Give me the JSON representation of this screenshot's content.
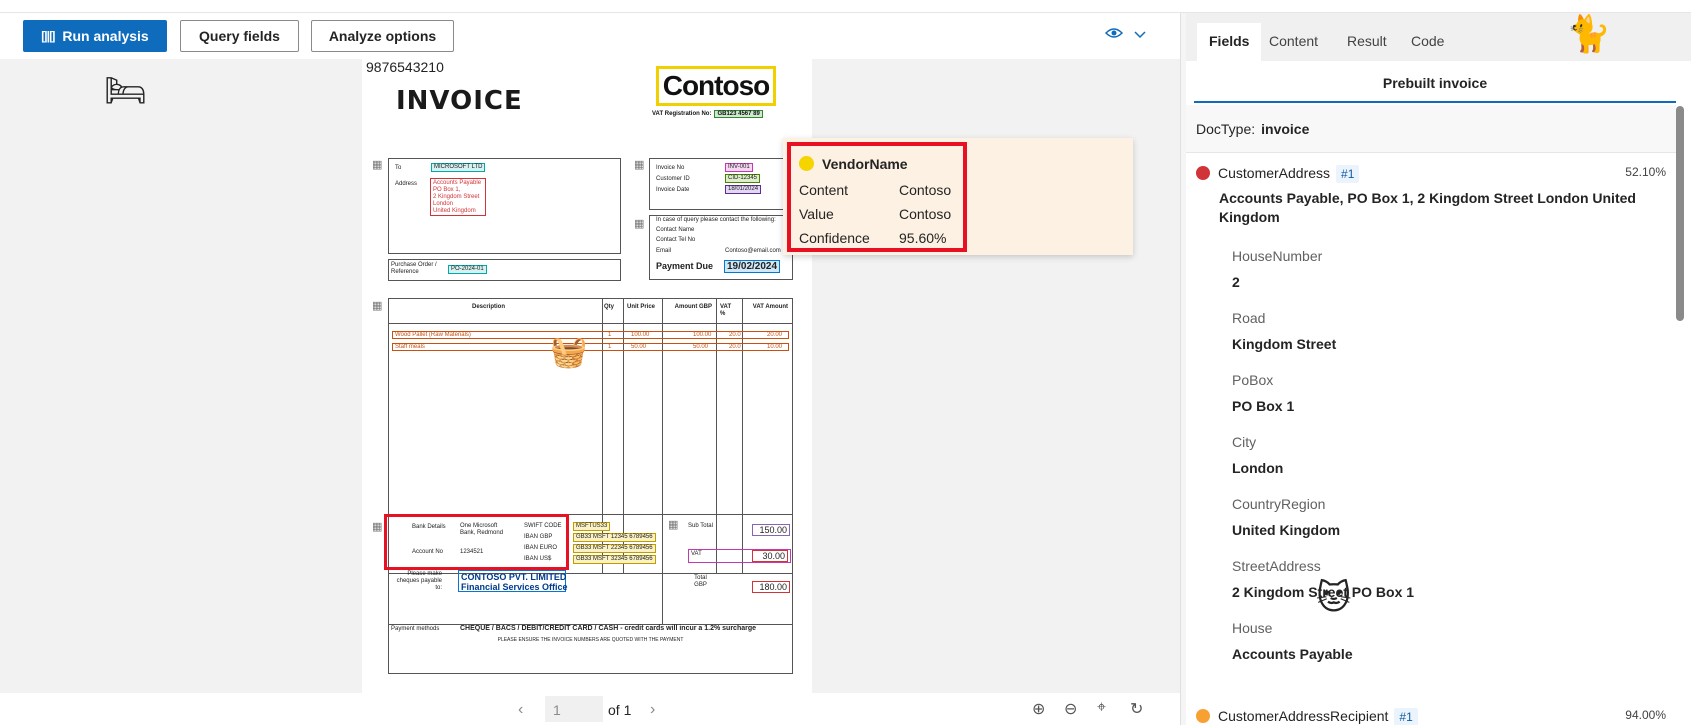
{
  "toolbar": {
    "run_label": "Run analysis",
    "query_label": "Query fields",
    "analyze_label": "Analyze options",
    "view_icon": "eye-icon"
  },
  "document": {
    "top_number": "9876543210",
    "title": "INVOICE",
    "logo_text": "Contoso",
    "vat_registration_label": "VAT Registration No:",
    "vat_registration_value": "GB123 4567 89",
    "to_label": "To",
    "to_value": "MICROSOFT LTD",
    "address_label": "Address",
    "address_lines": [
      "Accounts Payable",
      "PO Box 1,",
      "2 Kingdom Street",
      "London",
      "United Kingdom"
    ],
    "invoice_no_label": "Invoice No",
    "invoice_no_value": "INV-001",
    "customer_id_label": "Customer ID",
    "customer_id_value": "CID-12345",
    "invoice_date_label": "Invoice Date",
    "invoice_date_value": "18/01/2024",
    "query_text": "In case of query please contact the following:",
    "contact_name_label": "Contact Name",
    "contact_tel_label": "Contact Tel No",
    "email_label": "Email",
    "email_value": "Contoso@email.com",
    "payment_due_label": "Payment Due",
    "payment_due_value": "19/02/2024",
    "po_label": "Purchase Order / Reference",
    "po_value": "PO-2024-01",
    "headers": [
      "Description",
      "Qty",
      "Unit Price",
      "Amount GBP",
      "VAT %",
      "VAT Amount"
    ],
    "item_rows": [
      [
        "Wood Pallet (Raw Materials)",
        "1",
        "100.00",
        "100.00",
        "20.0",
        "20.00"
      ],
      [
        "Staff meals",
        "1",
        "50.00",
        "50.00",
        "20.0",
        "10.00"
      ]
    ],
    "bank_details_label": "Bank Details",
    "bank_name": "One Microsoft Bank, Redmond",
    "swift_label": "SWIFT CODE",
    "swift_value": "MSFTUS33",
    "iban_gbp_label": "IBAN GBP",
    "iban_gbp_value": "GB33 MSFT 12345 6789456",
    "iban_euro_label": "IBAN EURO",
    "iban_euro_value": "GB33 MSFT 22345 6789456",
    "iban_usd_label": "IBAN US$",
    "iban_usd_value": "GB33 MSFT 32345 6789456",
    "account_no_label": "Account No",
    "account_no_value": "1234521",
    "cheques_label": "Please make cheques payable to:",
    "payee_line1": "CONTOSO PVT. LIMITED",
    "payee_line2": "Financial Services Office",
    "subtotal_label": "Sub Total",
    "subtotal_value": "150.00",
    "vat_label": "VAT",
    "vat_value": "30.00",
    "total_label": "Total GBP",
    "total_value": "180.00",
    "payment_methods_label": "Payment methods",
    "payment_methods_value": "CHEQUE / BACS / DEBIT/CREDIT CARD / CASH - credit cards will incur a 1.2% surcharge",
    "footer_note": "PLEASE ENSURE THE INVOICE NUMBERS ARE QUOTED WITH THE PAYMENT"
  },
  "tooltip": {
    "title": "VendorName",
    "rows": [
      {
        "key": "Content",
        "value": "Contoso"
      },
      {
        "key": "Value",
        "value": "Contoso"
      },
      {
        "key": "Confidence",
        "value": "95.60%"
      }
    ],
    "dot_color": "#f5d400",
    "highlight_color": "#e81123"
  },
  "pager": {
    "page_input": "1",
    "of_label": "of 1"
  },
  "panel": {
    "tabs": [
      "Fields",
      "Content",
      "Result",
      "Code"
    ],
    "active_tab": "Fields",
    "model_name": "Prebuilt invoice",
    "doctype_label": "DocType:",
    "doctype_value": "invoice",
    "fields": [
      {
        "name": "CustomerAddress",
        "badge": "#1",
        "confidence": "52.10%",
        "color": "#d13438",
        "text": "Accounts Payable, PO Box 1, 2 Kingdom Street London United Kingdom",
        "subfields": [
          {
            "key": "HouseNumber",
            "value": "2"
          },
          {
            "key": "Road",
            "value": "Kingdom Street"
          },
          {
            "key": "PoBox",
            "value": "PO Box 1"
          },
          {
            "key": "City",
            "value": "London"
          },
          {
            "key": "CountryRegion",
            "value": "United Kingdom"
          },
          {
            "key": "StreetAddress",
            "value": "2 Kingdom Street PO Box 1"
          },
          {
            "key": "House",
            "value": "Accounts Payable"
          }
        ]
      },
      {
        "name": "CustomerAddressRecipient",
        "badge": "#1",
        "confidence": "94.00%",
        "color": "#f7a133"
      }
    ]
  },
  "colors": {
    "accent": "#0f6cbd",
    "highlight_red": "#e81123"
  }
}
